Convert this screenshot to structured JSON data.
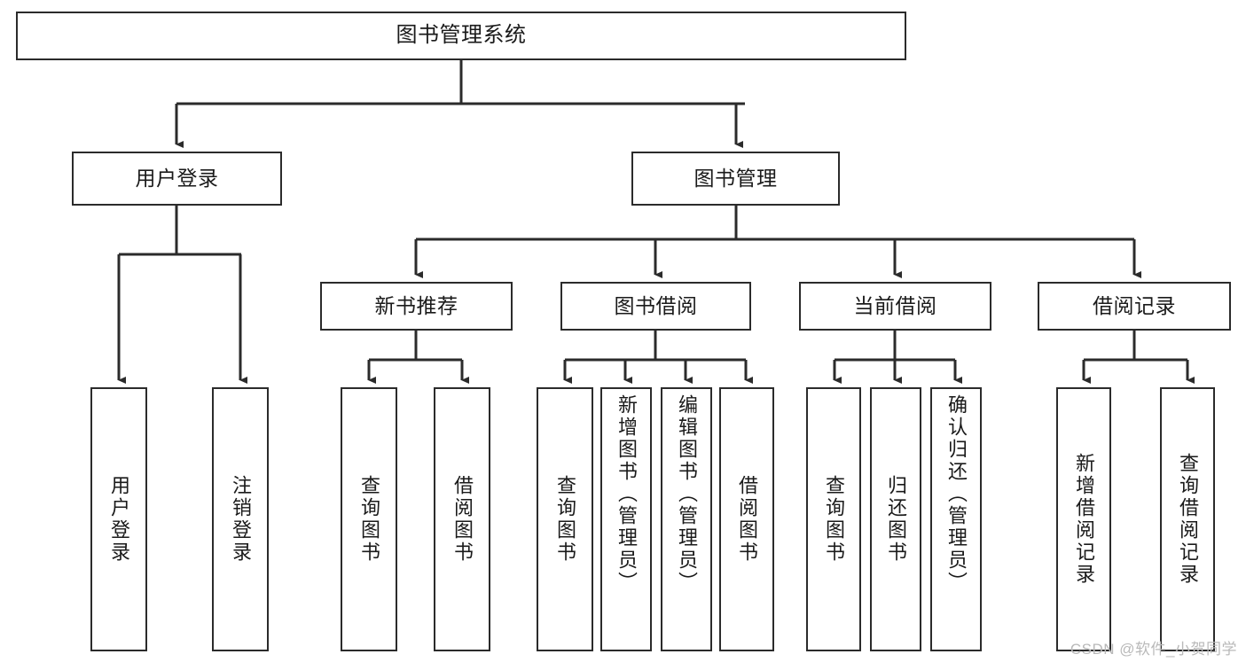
{
  "diagram": {
    "title": "图书管理系统",
    "type": "tree-hierarchy",
    "orientation": "top-down",
    "colors": {
      "border": "#2b2b2b",
      "background": "#ffffff",
      "text": "#1a1a1a",
      "connector": "#2b2b2b",
      "watermark": "#b9b9b9"
    },
    "root": {
      "label": "图书管理系统"
    },
    "level2": [
      {
        "label": "用户登录"
      },
      {
        "label": "图书管理"
      }
    ],
    "level3": [
      {
        "label": "新书推荐"
      },
      {
        "label": "图书借阅"
      },
      {
        "label": "当前借阅"
      },
      {
        "label": "借阅记录"
      }
    ],
    "leaves": {
      "user_login": [
        {
          "label": "用户登录"
        },
        {
          "label": "注销登录"
        }
      ],
      "new_book_recommend": [
        {
          "label": "查询图书"
        },
        {
          "label": "借阅图书"
        }
      ],
      "book_borrow": [
        {
          "label": "查询图书"
        },
        {
          "label": "新增图书（管理员）"
        },
        {
          "label": "编辑图书（管理员）"
        },
        {
          "label": "借阅图书"
        }
      ],
      "current_borrow": [
        {
          "label": "查询图书"
        },
        {
          "label": "归还图书"
        },
        {
          "label": "确认归还（管理员）"
        }
      ],
      "borrow_record": [
        {
          "label": "新增借阅记录"
        },
        {
          "label": "查询借阅记录"
        }
      ]
    }
  },
  "watermark": {
    "text": "CSDN @软件_小贺同学"
  }
}
